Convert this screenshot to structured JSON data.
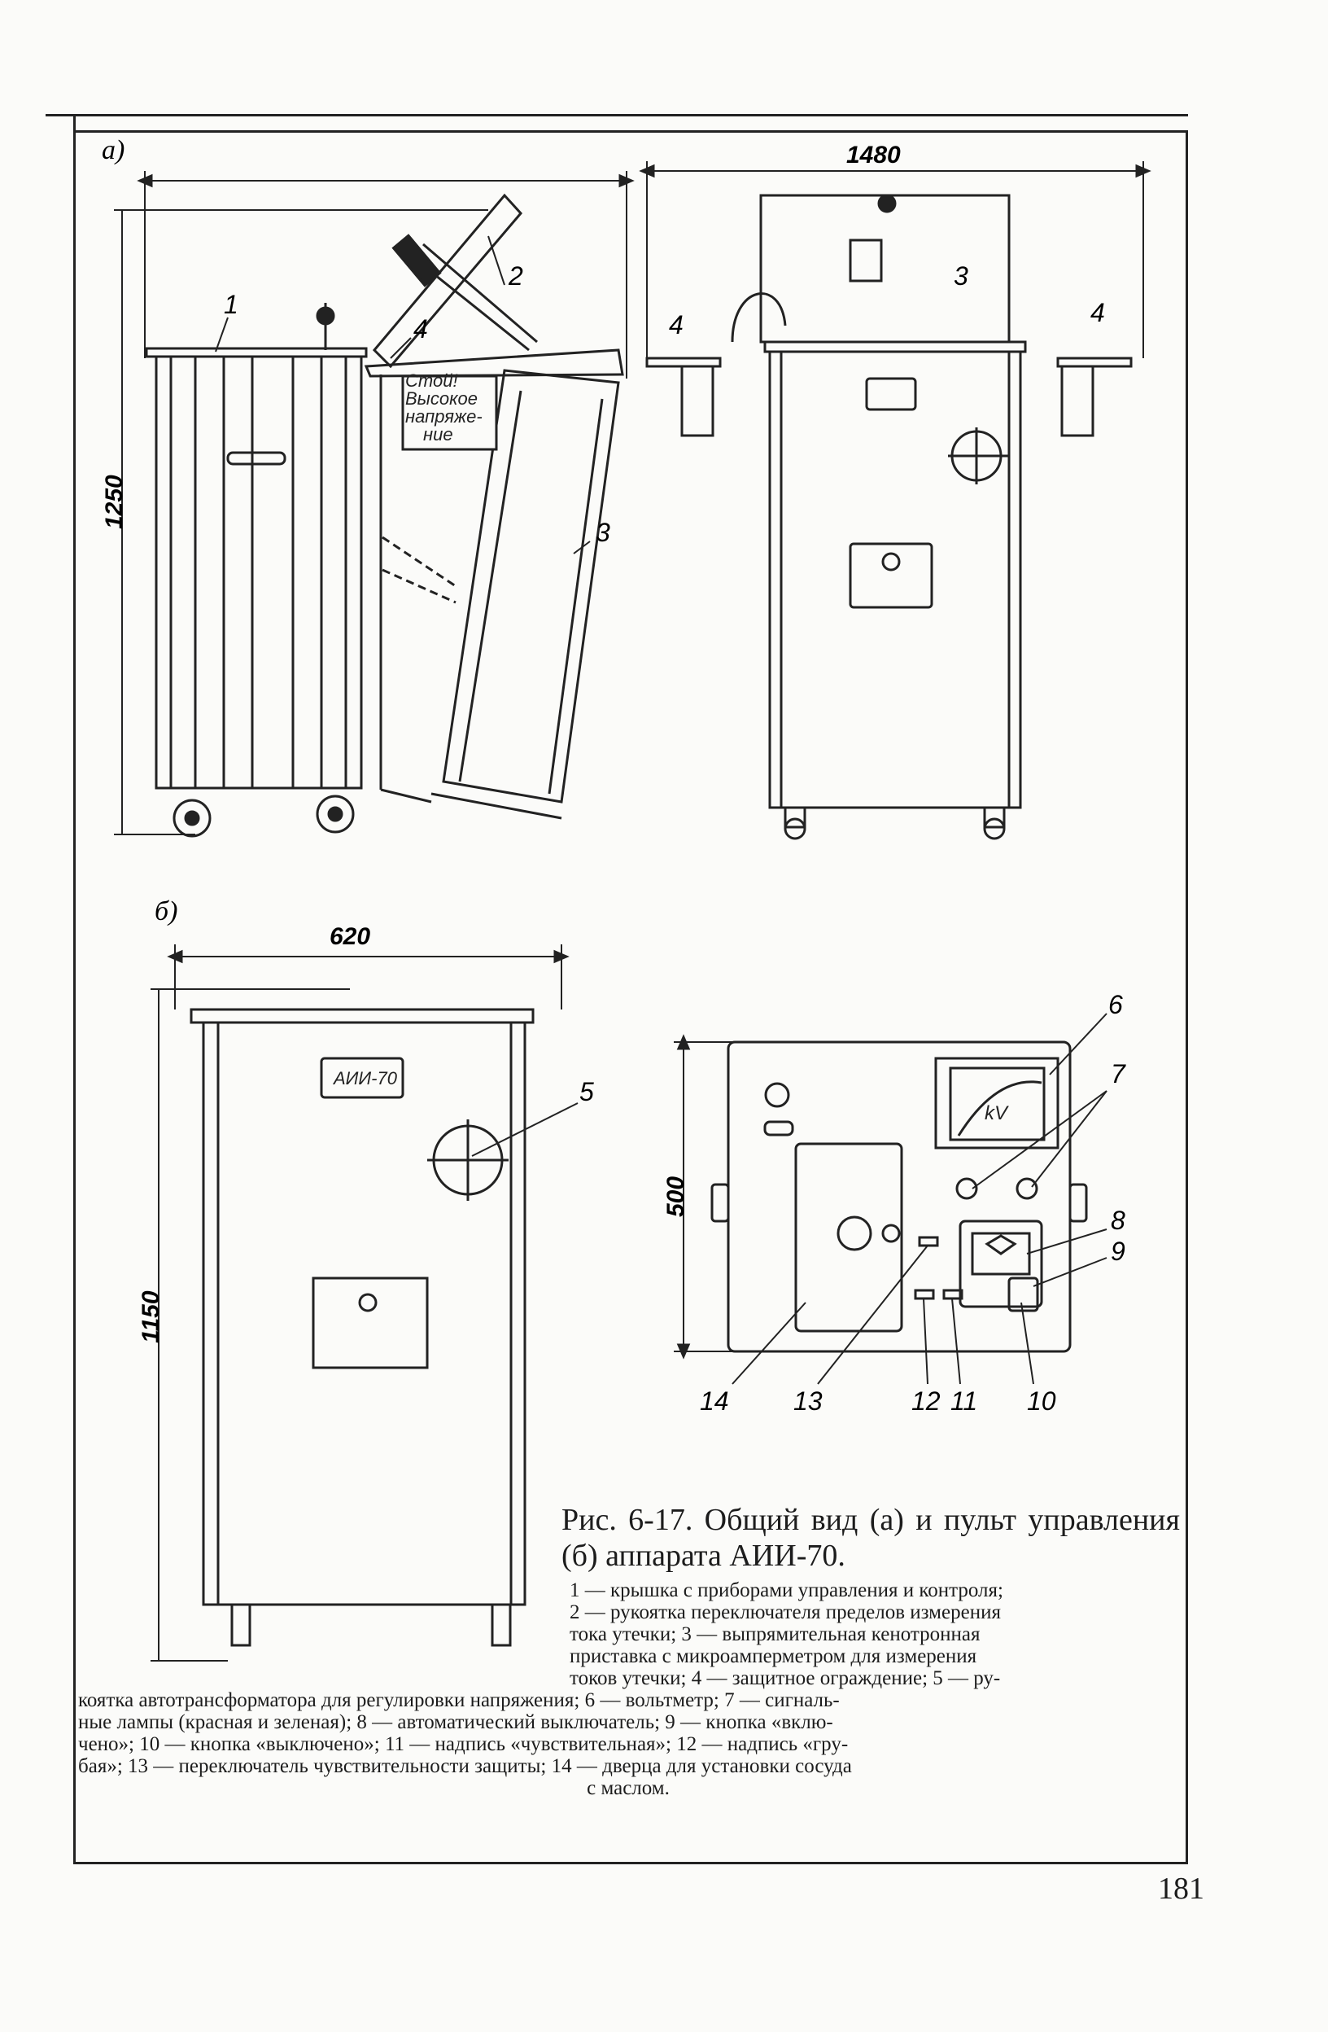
{
  "figure": {
    "panel_a_label": "а)",
    "panel_b_label": "б)",
    "dimensions": {
      "a_height": "1250",
      "a_width": "1480",
      "b_width": "620",
      "b_height": "1150",
      "panel_height": "500"
    },
    "callouts": {
      "c1": "1",
      "c2": "2",
      "c3": "3",
      "c3b": "3",
      "c4a": "4",
      "c4b": "4",
      "c4c": "4",
      "c5": "5",
      "c6": "6",
      "c7": "7",
      "c8": "8",
      "c9": "9",
      "c10": "10",
      "c11": "11",
      "c12": "12",
      "c13": "13",
      "c14": "14"
    },
    "warning_sign": [
      "Стой!",
      "Высокое",
      "напряже-",
      "ние"
    ],
    "nameplate": "АИИ-70",
    "meter_unit": "kV"
  },
  "caption": "Рис. 6-17. Общий вид (а) и пульт управления (б) аппарата АИИ-70.",
  "legend_lines": [
    "1 — крышка с приборами управления и контроля;",
    "2 — рукоятка переключателя пределов измерения",
    "тока утечки; 3 — выпрямительная кенотронная",
    "приставка с микроамперметром для измерения",
    "токов утечки; 4 — защитное ограждение; 5 — ру-",
    "коятка автотрансформатора для регулировки напряжения; 6 — вольтметр; 7 — сигналь-",
    "ные лампы (красная и зеленая); 8 — автоматический выключатель; 9 — кнопка «вклю-",
    "чено»; 10 — кнопка «выключено»; 11 — надпись «чувствительная»; 12 — надпись «гру-",
    "бая»; 13 — переключатель чувствительности защиты; 14 — дверца для установки сосуда",
    "с маслом."
  ],
  "page_number": "181"
}
